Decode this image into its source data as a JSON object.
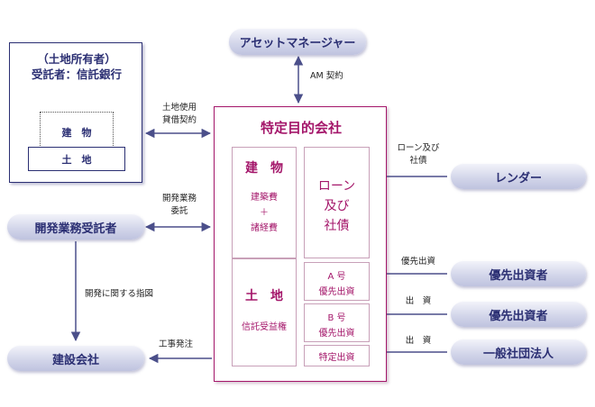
{
  "owner": {
    "line1": "（土地所有者）",
    "line2": "受託者：信託銀行",
    "building": "建　物",
    "land": "土　地"
  },
  "asset_manager": "アセットマネージャー",
  "am_contract": "AM 契約",
  "lease_line1": "土地使用",
  "lease_line2": "貸借契約",
  "dev_contract_line1": "開発業務",
  "dev_contract_line2": "委託",
  "dev_contractor": "開発業務受託者",
  "instruction": "開発に関する指図",
  "construction_company": "建設会社",
  "construction_order": "工事発注",
  "spc": {
    "title": "特定目的会社",
    "building": {
      "title": "建　物",
      "line1": "建築費",
      "line2": "＋",
      "line3": "諸経費"
    },
    "land": {
      "title": "土　地",
      "sub": "信託受益権"
    },
    "loan": {
      "line1": "ローン",
      "line2": "及び",
      "line3": "社債"
    },
    "class_a": {
      "line1": "A 号",
      "line2": "優先出資"
    },
    "class_b": {
      "line1": "B 号",
      "line2": "優先出資"
    },
    "specified": "特定出資"
  },
  "loan_label_line1": "ローン及び",
  "loan_label_line2": "社債",
  "lender": "レンダー",
  "pref_label": "優先出資",
  "pref_investor_a": "優先出資者",
  "contrib_label_1": "出　資",
  "pref_investor_b": "優先出資者",
  "contrib_label_2": "出　資",
  "general_assoc": "一般社団法人"
}
